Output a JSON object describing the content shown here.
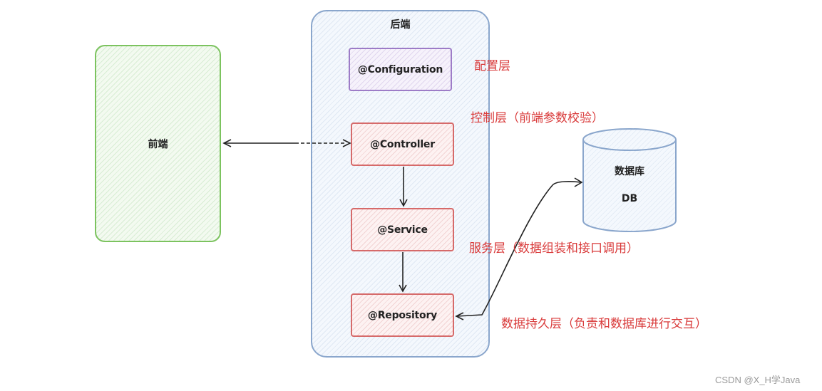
{
  "frontend": {
    "label": "前端"
  },
  "backend": {
    "title": "后端",
    "layers": {
      "configuration": "@Configuration",
      "controller": "@Controller",
      "service": "@Service",
      "repository": "@Repository"
    }
  },
  "database": {
    "title": "数据库",
    "subtitle": "DB"
  },
  "annotations": {
    "config_layer": "配置层",
    "control_layer": "控制层（前端参数校验）",
    "service_layer": "服务层（数据组装和接口调用）",
    "persistence_layer": "数据持久层（负责和数据库进行交互）"
  },
  "watermark": "CSDN @X_H学Java",
  "colors": {
    "frontend_border": "#7cc35f",
    "backend_border": "#8aa6cc",
    "config_border": "#9d7cc7",
    "layer_border": "#d66a6a",
    "annotation_text": "#d93a3a",
    "db_border": "#8aa6cc"
  }
}
